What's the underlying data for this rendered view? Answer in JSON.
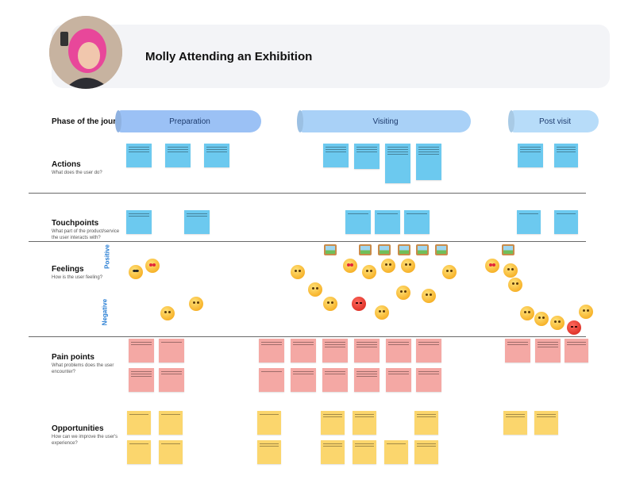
{
  "header": {
    "title": "Molly Attending an Exhibition"
  },
  "rows": {
    "phase": {
      "label": "Phase of the journey"
    },
    "actions": {
      "label": "Actions",
      "sub": "What does the user do?"
    },
    "touchpoints": {
      "label": "Touchpoints",
      "sub": "What part of the product/service the user interacts with?"
    },
    "feelings": {
      "label": "Feelings",
      "sub": "How is the user feeling?",
      "positive": "Positive",
      "negative": "Negative"
    },
    "pain": {
      "label": "Pain points",
      "sub": "What problems does the user encounter?"
    },
    "opps": {
      "label": "Opportunities",
      "sub": "How can we improve the user's experience?"
    }
  },
  "phases": [
    "Preparation",
    "Visiting",
    "Post visit"
  ],
  "colors": {
    "phase_prep": "#9bc1f5",
    "phase_visit": "#a9d1f7",
    "phase_post": "#b7dcf9",
    "sticky_blue": "#6cc9ef",
    "sticky_pink": "#f4a8a4",
    "sticky_yellow": "#fbd66d"
  },
  "emoji_icons": [
    "smiling-face-icon",
    "heart-eyes-icon",
    "sunglasses-face-icon",
    "sad-face-icon",
    "angry-face-icon",
    "picture-frame-icon"
  ]
}
